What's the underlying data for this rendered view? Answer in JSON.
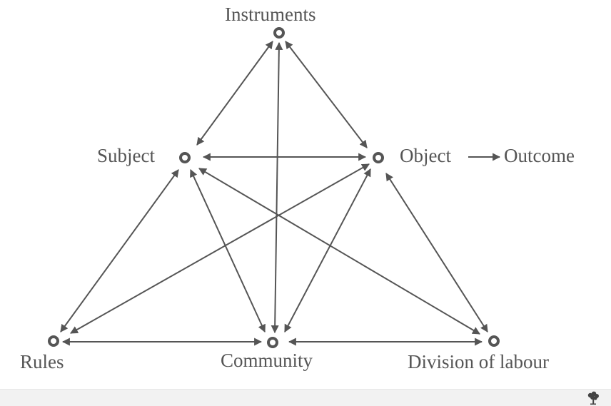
{
  "nodes": {
    "instruments": "Instruments",
    "subject": "Subject",
    "object": "Object",
    "outcome": "Outcome",
    "rules": "Rules",
    "community": "Community",
    "division": "Division of labour"
  },
  "colors": {
    "line": "#555555",
    "text": "#555555",
    "background": "#ffffff",
    "footer": "#f2f2f2"
  },
  "footer": {
    "logo_icon": "tree-logo-icon"
  }
}
